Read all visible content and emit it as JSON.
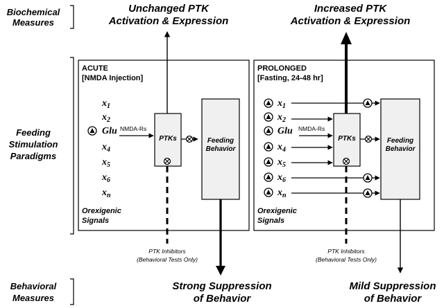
{
  "side_labels": {
    "biochemical": [
      "Biochemical",
      "Measures"
    ],
    "feeding": [
      "Feeding",
      "Stimulation",
      "Paradigms"
    ],
    "behavioral": [
      "Behavioral",
      "Measures"
    ]
  },
  "left_panel": {
    "top_text": [
      "Unchanged PTK",
      "Activation & Expression"
    ],
    "heading": "ACUTE",
    "subheading": "[NMDA Injection]",
    "inputs": [
      "x1",
      "x2",
      "Glu",
      "x4",
      "x5",
      "x6",
      "xn"
    ],
    "receptor_label": "NMDA-Rs",
    "ptk_label": "PTKs",
    "feeding_label": [
      "Feeding",
      "Behavior"
    ],
    "signals_label": [
      "Orexigenic",
      "Signals"
    ],
    "inhibitor_label": [
      "PTK Inhibitors",
      "(Behavioral Tests Only)"
    ],
    "bottom_text": [
      "Strong Suppression",
      "of Behavior"
    ]
  },
  "right_panel": {
    "top_text": [
      "Increased PTK",
      "Activation & Expression"
    ],
    "heading": "PROLONGED",
    "subheading": "[Fasting, 24-48 hr]",
    "inputs": [
      "x1",
      "x2",
      "Glu",
      "x4",
      "x5",
      "x6",
      "xn"
    ],
    "receptor_label": "NMDA-Rs",
    "ptk_label": "PTKs",
    "feeding_label": [
      "Feeding",
      "Behavior"
    ],
    "signals_label": [
      "Orexigenic",
      "Signals"
    ],
    "inhibitor_label": [
      "PTK Inhibitors",
      "(Behavioral Tests Only)"
    ],
    "bottom_text": [
      "Mild Suppression",
      "of Behavior"
    ]
  },
  "colors": {
    "ink": "#000000",
    "box_fill": "#f0f0f0"
  }
}
